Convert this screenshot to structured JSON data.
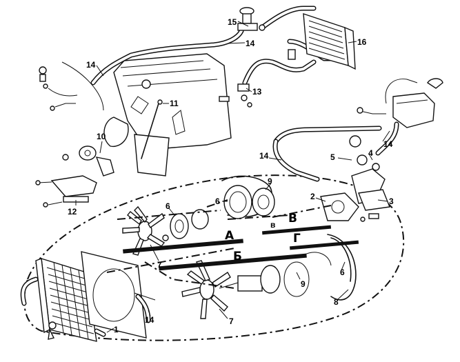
{
  "callouts": {
    "n1": "1",
    "n2": "2",
    "n3": "3",
    "n4": "4",
    "n5": "5",
    "n6a": "6",
    "n6b": "6",
    "n6c": "6",
    "n7a": "7",
    "n7b": "7",
    "n8": "8",
    "n9a": "9",
    "n9b": "9",
    "n10": "10",
    "n11": "11",
    "n12": "12",
    "n13": "13",
    "n14a": "14",
    "n14b": "14",
    "n14c": "14",
    "n14d": "14",
    "n14e": "14",
    "n15": "15",
    "n16": "16"
  },
  "zones": {
    "a": "А",
    "b": "Б",
    "v": "В",
    "g": "Г",
    "v_small": "в"
  }
}
